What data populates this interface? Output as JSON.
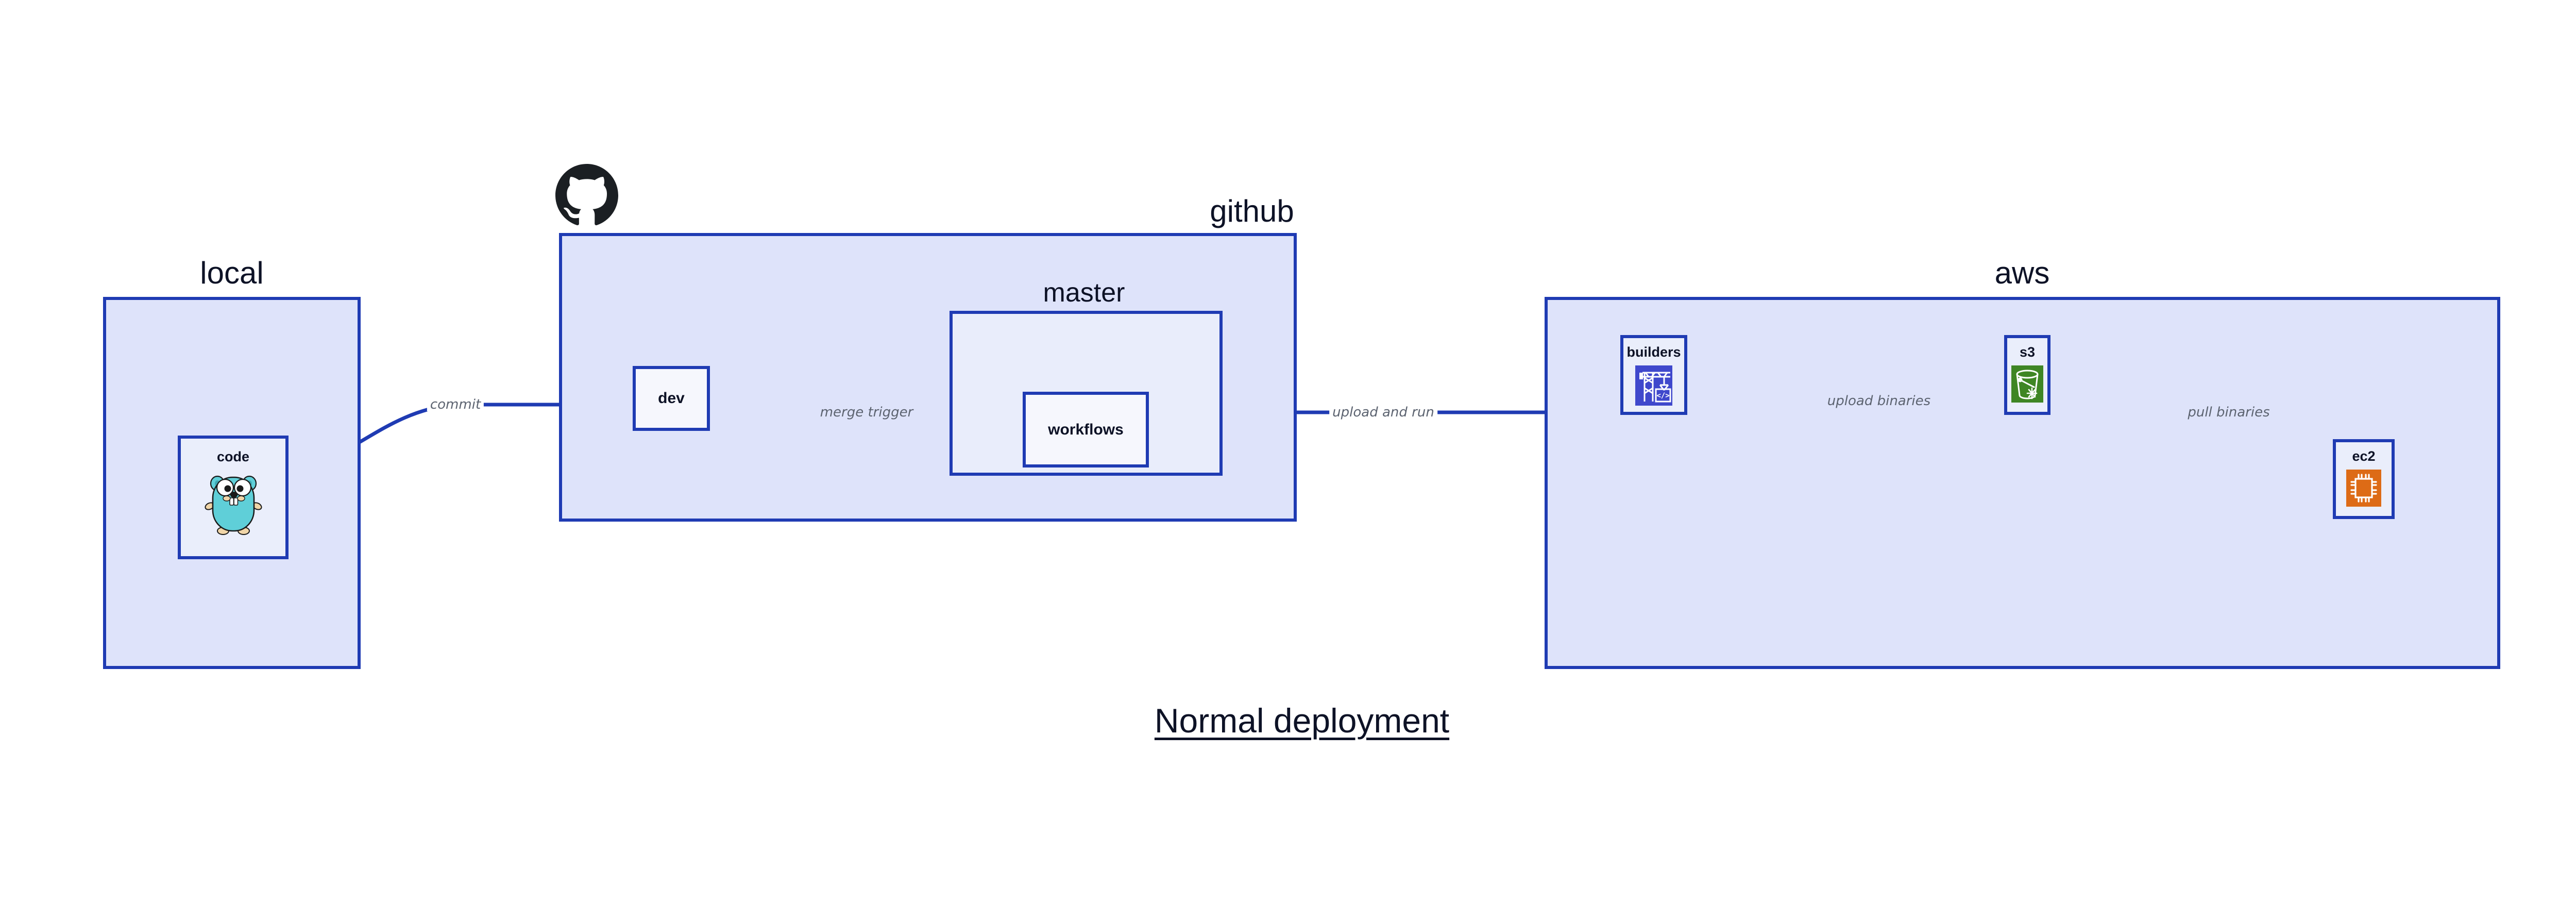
{
  "diagram": {
    "title": "Normal deployment",
    "palette": {
      "group_fill": "#dee3fa",
      "subgroup_fill": "#e9edfb",
      "node_fill": "#eaeefb",
      "stroke": "#1f3bb3",
      "text": "#0d1226",
      "edge_label_text": "#5c6370",
      "background": "#ffffff",
      "go_gopher_body": "#5fcfd8",
      "builders_icon_bg": "#3f48cc",
      "s3_icon_bg": "#3f8624",
      "ec2_icon_bg": "#dd6b16",
      "octocat_black": "#1b1f23"
    }
  },
  "groups": [
    {
      "id": "local",
      "label": "local",
      "nodes": [
        {
          "id": "code",
          "label": "code",
          "icon": "go-gopher-icon"
        }
      ]
    },
    {
      "id": "github",
      "label": "github",
      "logo": "github-octocat-icon",
      "nodes": [
        {
          "id": "dev",
          "label": "dev",
          "icon": null
        }
      ],
      "subgroups": [
        {
          "id": "master",
          "label": "master",
          "nodes": [
            {
              "id": "workflows",
              "label": "workflows",
              "icon": null
            }
          ]
        }
      ]
    },
    {
      "id": "aws",
      "label": "aws",
      "nodes": [
        {
          "id": "builders",
          "label": "builders",
          "icon": "crane-code-icon"
        },
        {
          "id": "s3",
          "label": "s3",
          "icon": "s3-bucket-icon"
        },
        {
          "id": "ec2",
          "label": "ec2",
          "icon": "cpu-chip-icon"
        }
      ]
    }
  ],
  "edges": [
    {
      "id": "commit",
      "from": "code",
      "to": "dev",
      "label": "commit"
    },
    {
      "id": "merge-trigger",
      "from": "dev",
      "to": "workflows",
      "label": "merge trigger"
    },
    {
      "id": "upload-and-run",
      "from": "workflows",
      "to": "builders",
      "label": "upload and run"
    },
    {
      "id": "upload-binaries",
      "from": "builders",
      "to": "s3",
      "label": "upload binaries"
    },
    {
      "id": "pull-binaries",
      "from": "s3",
      "to": "ec2",
      "label": "pull binaries"
    }
  ]
}
